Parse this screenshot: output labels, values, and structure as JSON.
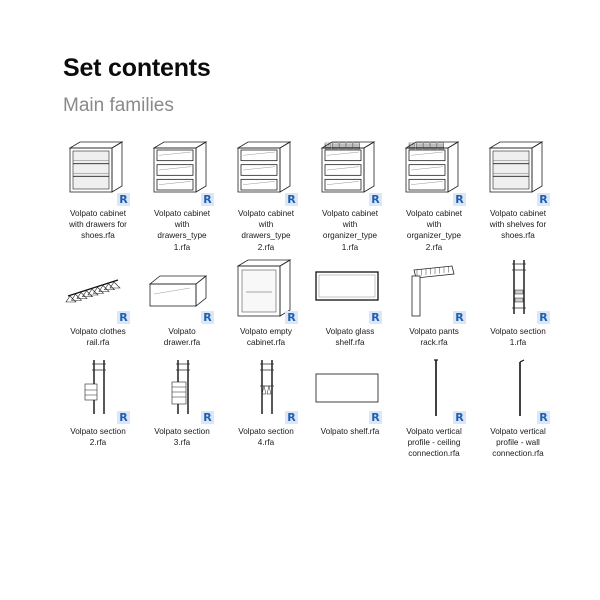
{
  "header": {
    "title": "Set contents",
    "subtitle": "Main families"
  },
  "badge_text": "R",
  "badge_color": "#1f5fb0",
  "items": [
    {
      "label": "Volpato cabinet\nwith drawers for\nshoes.rfa",
      "icon": "cabinet-shoe-drawers-icon"
    },
    {
      "label": "Volpato cabinet\nwith\ndrawers_type\n1.rfa",
      "icon": "cabinet-drawers-type1-icon"
    },
    {
      "label": "Volpato cabinet\nwith\ndrawers_type\n2.rfa",
      "icon": "cabinet-drawers-type2-icon"
    },
    {
      "label": "Volpato cabinet\nwith\norganizer_type\n1.rfa",
      "icon": "cabinet-organizer-type1-icon"
    },
    {
      "label": "Volpato cabinet\nwith\norganizer_type\n2.rfa",
      "icon": "cabinet-organizer-type2-icon"
    },
    {
      "label": "Volpato cabinet\nwith shelves for\nshoes.rfa",
      "icon": "cabinet-shoe-shelves-icon"
    },
    {
      "label": "Volpato clothes\nrail.rfa",
      "icon": "clothes-rail-icon"
    },
    {
      "label": "Volpato\ndrawer.rfa",
      "icon": "drawer-icon"
    },
    {
      "label": "Volpato empty\ncabinet.rfa",
      "icon": "empty-cabinet-icon"
    },
    {
      "label": "Volpato glass\nshelf.rfa",
      "icon": "glass-shelf-icon"
    },
    {
      "label": "Volpato pants\nrack.rfa",
      "icon": "pants-rack-icon"
    },
    {
      "label": "Volpato section\n1.rfa",
      "icon": "section1-icon"
    },
    {
      "label": "Volpato section\n2.rfa",
      "icon": "section2-icon"
    },
    {
      "label": "Volpato section\n3.rfa",
      "icon": "section3-icon"
    },
    {
      "label": "Volpato section\n4.rfa",
      "icon": "section4-icon"
    },
    {
      "label": "Volpato shelf.rfa",
      "icon": "shelf-icon"
    },
    {
      "label": "Volpato vertical\nprofile - ceiling\nconnection.rfa",
      "icon": "vertical-profile-ceiling-icon"
    },
    {
      "label": "Volpato vertical\nprofile - wall\nconnection.rfa",
      "icon": "vertical-profile-wall-icon"
    }
  ]
}
